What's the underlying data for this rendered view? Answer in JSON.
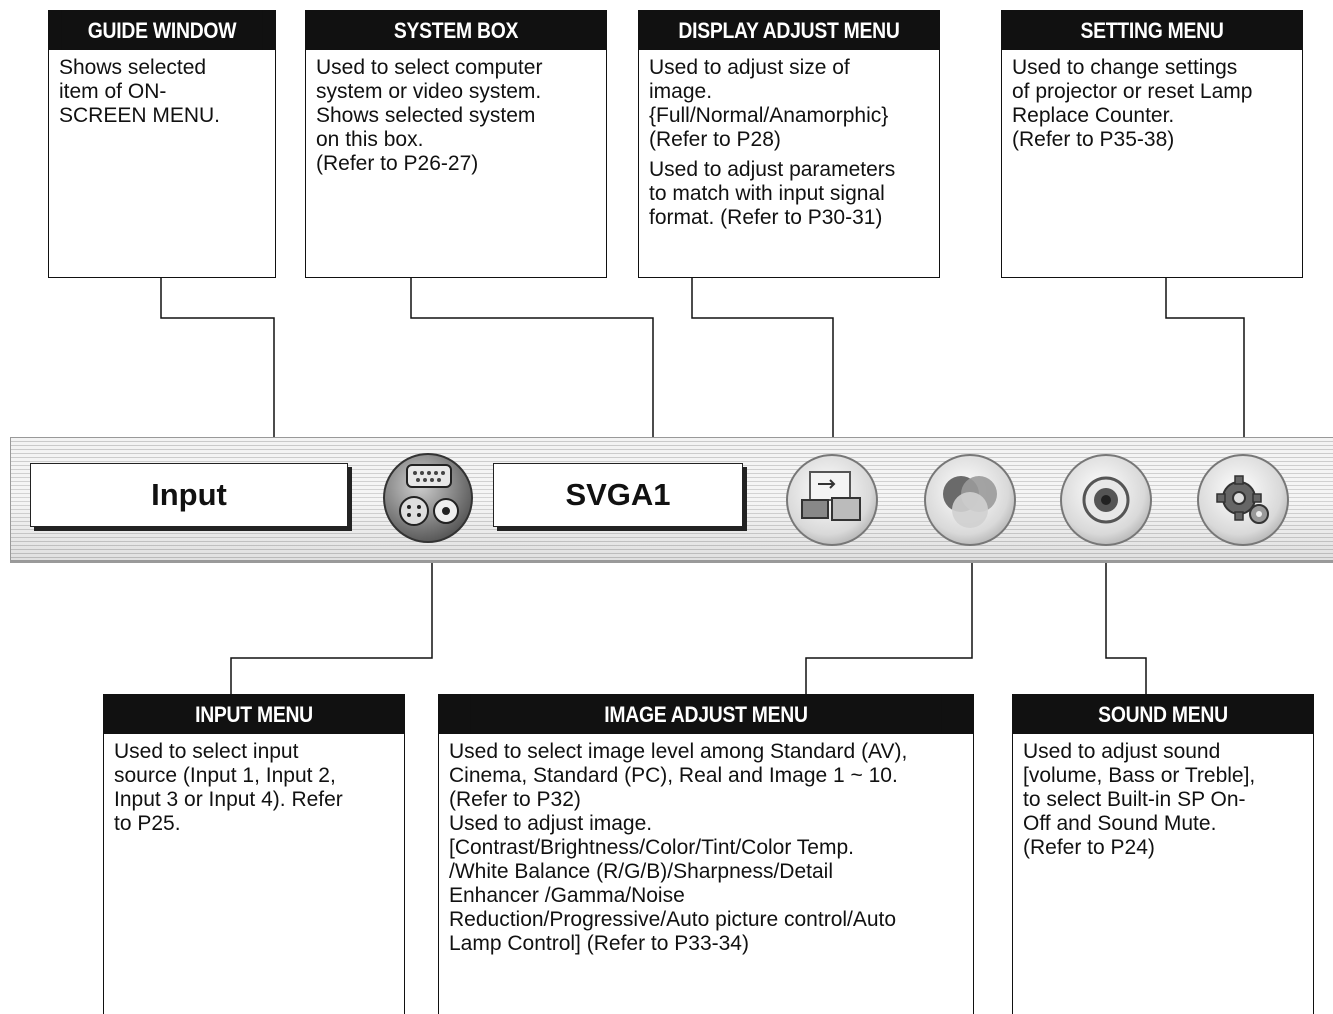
{
  "top_boxes": [
    {
      "title": "GUIDE WINDOW",
      "lines": [
        "Shows selected",
        "item of ON-",
        "SCREEN MENU."
      ]
    },
    {
      "title": "SYSTEM BOX",
      "lines": [
        "Used to select computer",
        "system or video system.",
        "Shows selected system",
        "on this box.",
        "(Refer to P26-27)"
      ]
    },
    {
      "title": "DISPLAY ADJUST MENU",
      "lines": [
        "Used to adjust size of",
        "image.",
        "{Full/Normal/Anamorphic}",
        "(Refer to P28)",
        "Used to adjust parameters",
        "to match with input signal",
        "format. (Refer to P30-31)"
      ]
    },
    {
      "title": "SETTING MENU",
      "lines": [
        "Used to change settings",
        "of projector or reset Lamp",
        "Replace Counter.",
        "(Refer to P35-38)"
      ]
    }
  ],
  "bottom_boxes": [
    {
      "title": "INPUT MENU",
      "lines": [
        "Used to select input",
        "source (Input 1, Input 2,",
        "Input 3 or Input 4). Refer",
        "to P25."
      ]
    },
    {
      "title": "IMAGE ADJUST MENU",
      "lines": [
        "Used to select image level among Standard (AV),",
        "Cinema, Standard (PC), Real and Image 1 ~ 10.",
        "(Refer to P32)",
        "Used to adjust image.",
        "[Contrast/Brightness/Color/Tint/Color Temp.",
        "/White Balance (R/G/B)/Sharpness/Detail",
        "Enhancer /Gamma/Noise",
        "Reduction/Progressive/Auto picture control/Auto",
        "Lamp Control] (Refer to P33-34)"
      ]
    },
    {
      "title": "SOUND MENU",
      "lines": [
        "Used to adjust sound",
        "[volume, Bass or Treble],",
        "to select Built-in SP On-",
        "Off and Sound Mute.",
        "(Refer to P24)"
      ]
    }
  ],
  "menu_bar": {
    "guide_window_text": "Input",
    "system_box_text": "SVGA1",
    "icons": [
      "input-connector-icon",
      "display-adjust-icon",
      "image-adjust-icon",
      "sound-icon",
      "setting-gear-icon"
    ]
  }
}
